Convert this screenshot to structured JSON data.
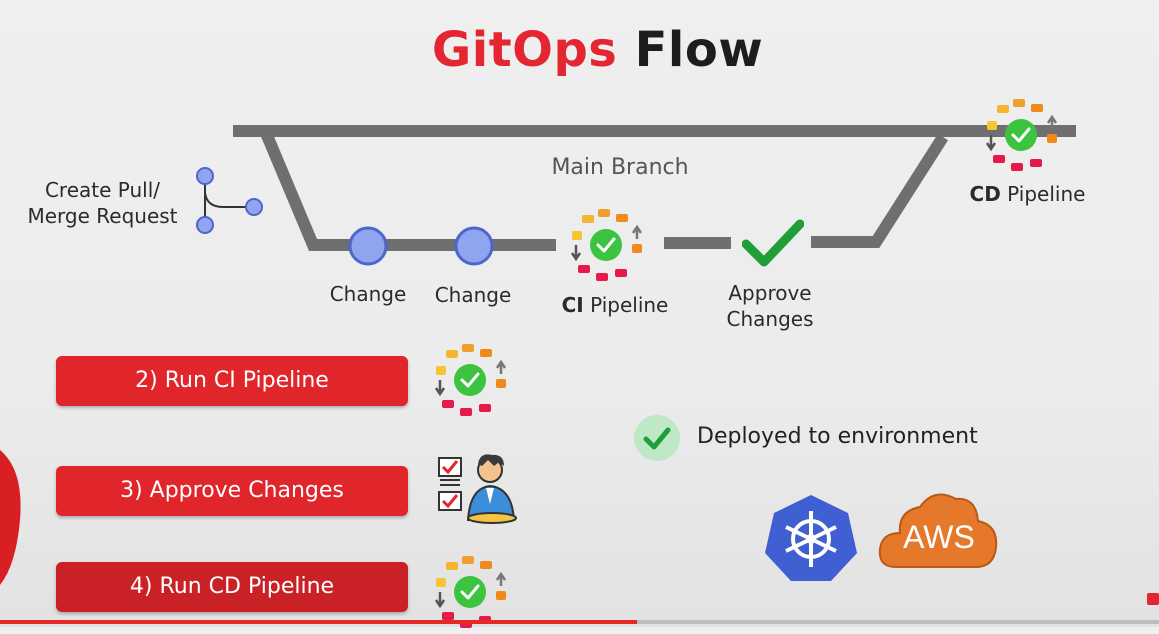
{
  "title": {
    "part1": "GitOps",
    "part2": "Flow"
  },
  "labels": {
    "create_pull": "Create Pull/",
    "merge_request": "Merge Request",
    "main_branch": "Main Branch",
    "change1": "Change",
    "change2": "Change",
    "ci_bold": "CI",
    "ci_rest": " Pipeline",
    "approve1": "Approve",
    "approve2": "Changes",
    "cd_bold": "CD",
    "cd_rest": " Pipeline",
    "deployed": "Deployed to environment",
    "aws": "AWS"
  },
  "steps": [
    {
      "label": "2) Run CI Pipeline"
    },
    {
      "label": "3) Approve Changes"
    },
    {
      "label": "4) Run CD Pipeline"
    }
  ],
  "icons": [
    "pipeline-cycle-icon",
    "branch-icon",
    "check-icon",
    "kubernetes-icon",
    "aws-icon",
    "approver-icon"
  ],
  "colors": {
    "accent": "#e3262f",
    "button": "#e0262b",
    "check": "#2fb344",
    "line": "#6f6f6f",
    "node": "#7f97ea",
    "kubernetes": "#3f5fd3",
    "aws": "#e5782a"
  },
  "video_progress": 0.55
}
